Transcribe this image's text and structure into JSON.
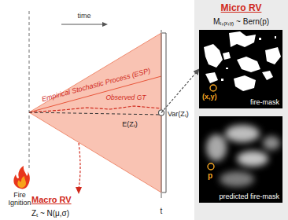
{
  "diagram": {
    "nodes": [
      {
        "text": [
          "Micro RV",
          "Mₜ,₍ₓ,ᵧ₎ ~ Bern(p)"
        ]
      },
      {
        "text": [
          "(x,y)",
          "fire-mask"
        ],
        "in": 0
      },
      {
        "text": [
          "p",
          "predicted fire-mask"
        ],
        "in": 0
      },
      {
        "text": [
          "Empirical Stochastic Process (ESP)",
          "Observed GT",
          "E(Zₜ)"
        ]
      }
    ],
    "edges": [
      {
        "from": 3,
        "to": 1,
        "arrow": "to"
      }
    ],
    "labels": [
      "time",
      "Var(Zₜ)",
      "t",
      "Fire Ignition",
      "Macro RV",
      "Zₜ ~ N(μ,σ)"
    ]
  }
}
